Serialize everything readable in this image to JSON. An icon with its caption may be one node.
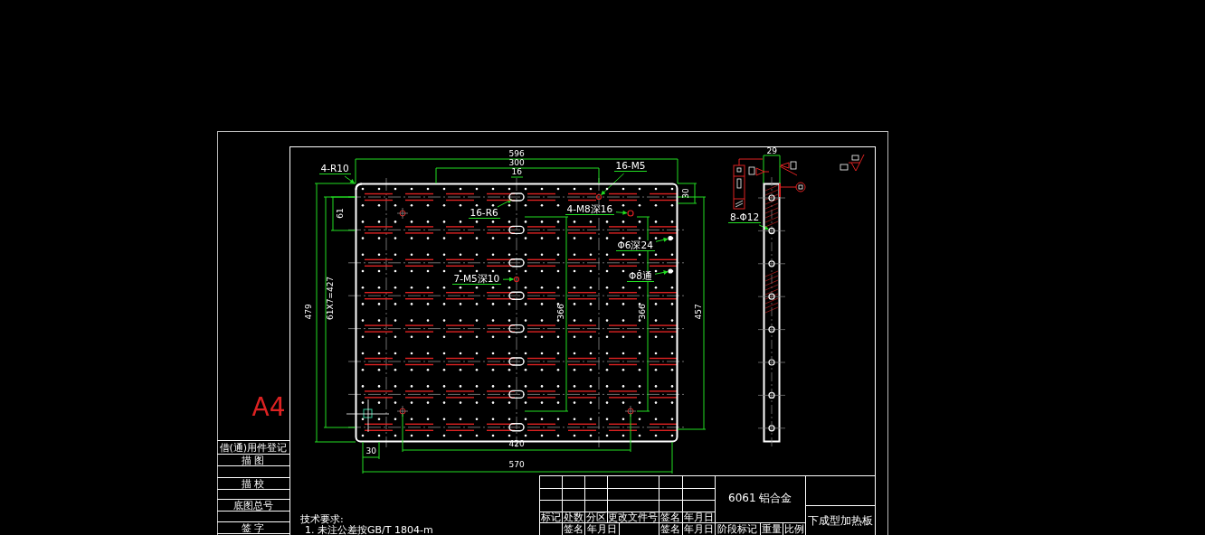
{
  "diagram": {
    "nodes": [
      {
        "text": [
          "4-R10"
        ]
      },
      {
        "text": [
          "16-M5"
        ]
      },
      {
        "text": [
          "16-R6"
        ]
      },
      {
        "text": [
          "4-M8深16"
        ]
      },
      {
        "text": [
          "Φ6深24"
        ]
      },
      {
        "text": [
          "Φ8通"
        ]
      },
      {
        "text": [
          "7-M5深10"
        ]
      },
      {
        "text": [
          "8-Φ12"
        ]
      },
      {
        "text": [],
        "shape": "arc"
      },
      {
        "text": [],
        "shape": "circle"
      },
      {
        "text": [],
        "shape": "slot"
      },
      {
        "text": [],
        "shape": "circle"
      },
      {
        "text": [],
        "shape": "circle"
      },
      {
        "text": [],
        "shape": "circle"
      },
      {
        "text": [],
        "shape": "circle"
      },
      {
        "text": [],
        "shape": "circle"
      }
    ],
    "edges": [
      {
        "from": 0,
        "to": 8,
        "arrow": "to"
      },
      {
        "from": 1,
        "to": 9,
        "arrow": "to"
      },
      {
        "from": 2,
        "to": 10,
        "arrow": "to"
      },
      {
        "from": 3,
        "to": 11,
        "arrow": "to"
      },
      {
        "from": 4,
        "to": 12,
        "arrow": "to"
      },
      {
        "from": 5,
        "to": 13,
        "arrow": "to"
      },
      {
        "from": 6,
        "to": 14,
        "arrow": "to"
      },
      {
        "from": 7,
        "to": 15,
        "arrow": "to"
      }
    ],
    "labels": [
      "596",
      "300",
      "16",
      "30",
      "61",
      "479",
      "61X7=427",
      "366",
      "366",
      "457",
      "420",
      "30",
      "570",
      "29",
      "A4",
      "借(通)用件登记",
      "描 图",
      "描 校",
      "底图总号",
      "签 字",
      "技术要求:",
      "1. 未注公差按GB/T 1804-m",
      "6061 铝合金",
      "标记",
      "处数",
      "分区",
      "更改文件号",
      "签名",
      "年月日",
      "签名",
      "年月日",
      "签名",
      "年月日",
      "下成型加热板",
      "阶段标记",
      "重量",
      "比例"
    ]
  }
}
